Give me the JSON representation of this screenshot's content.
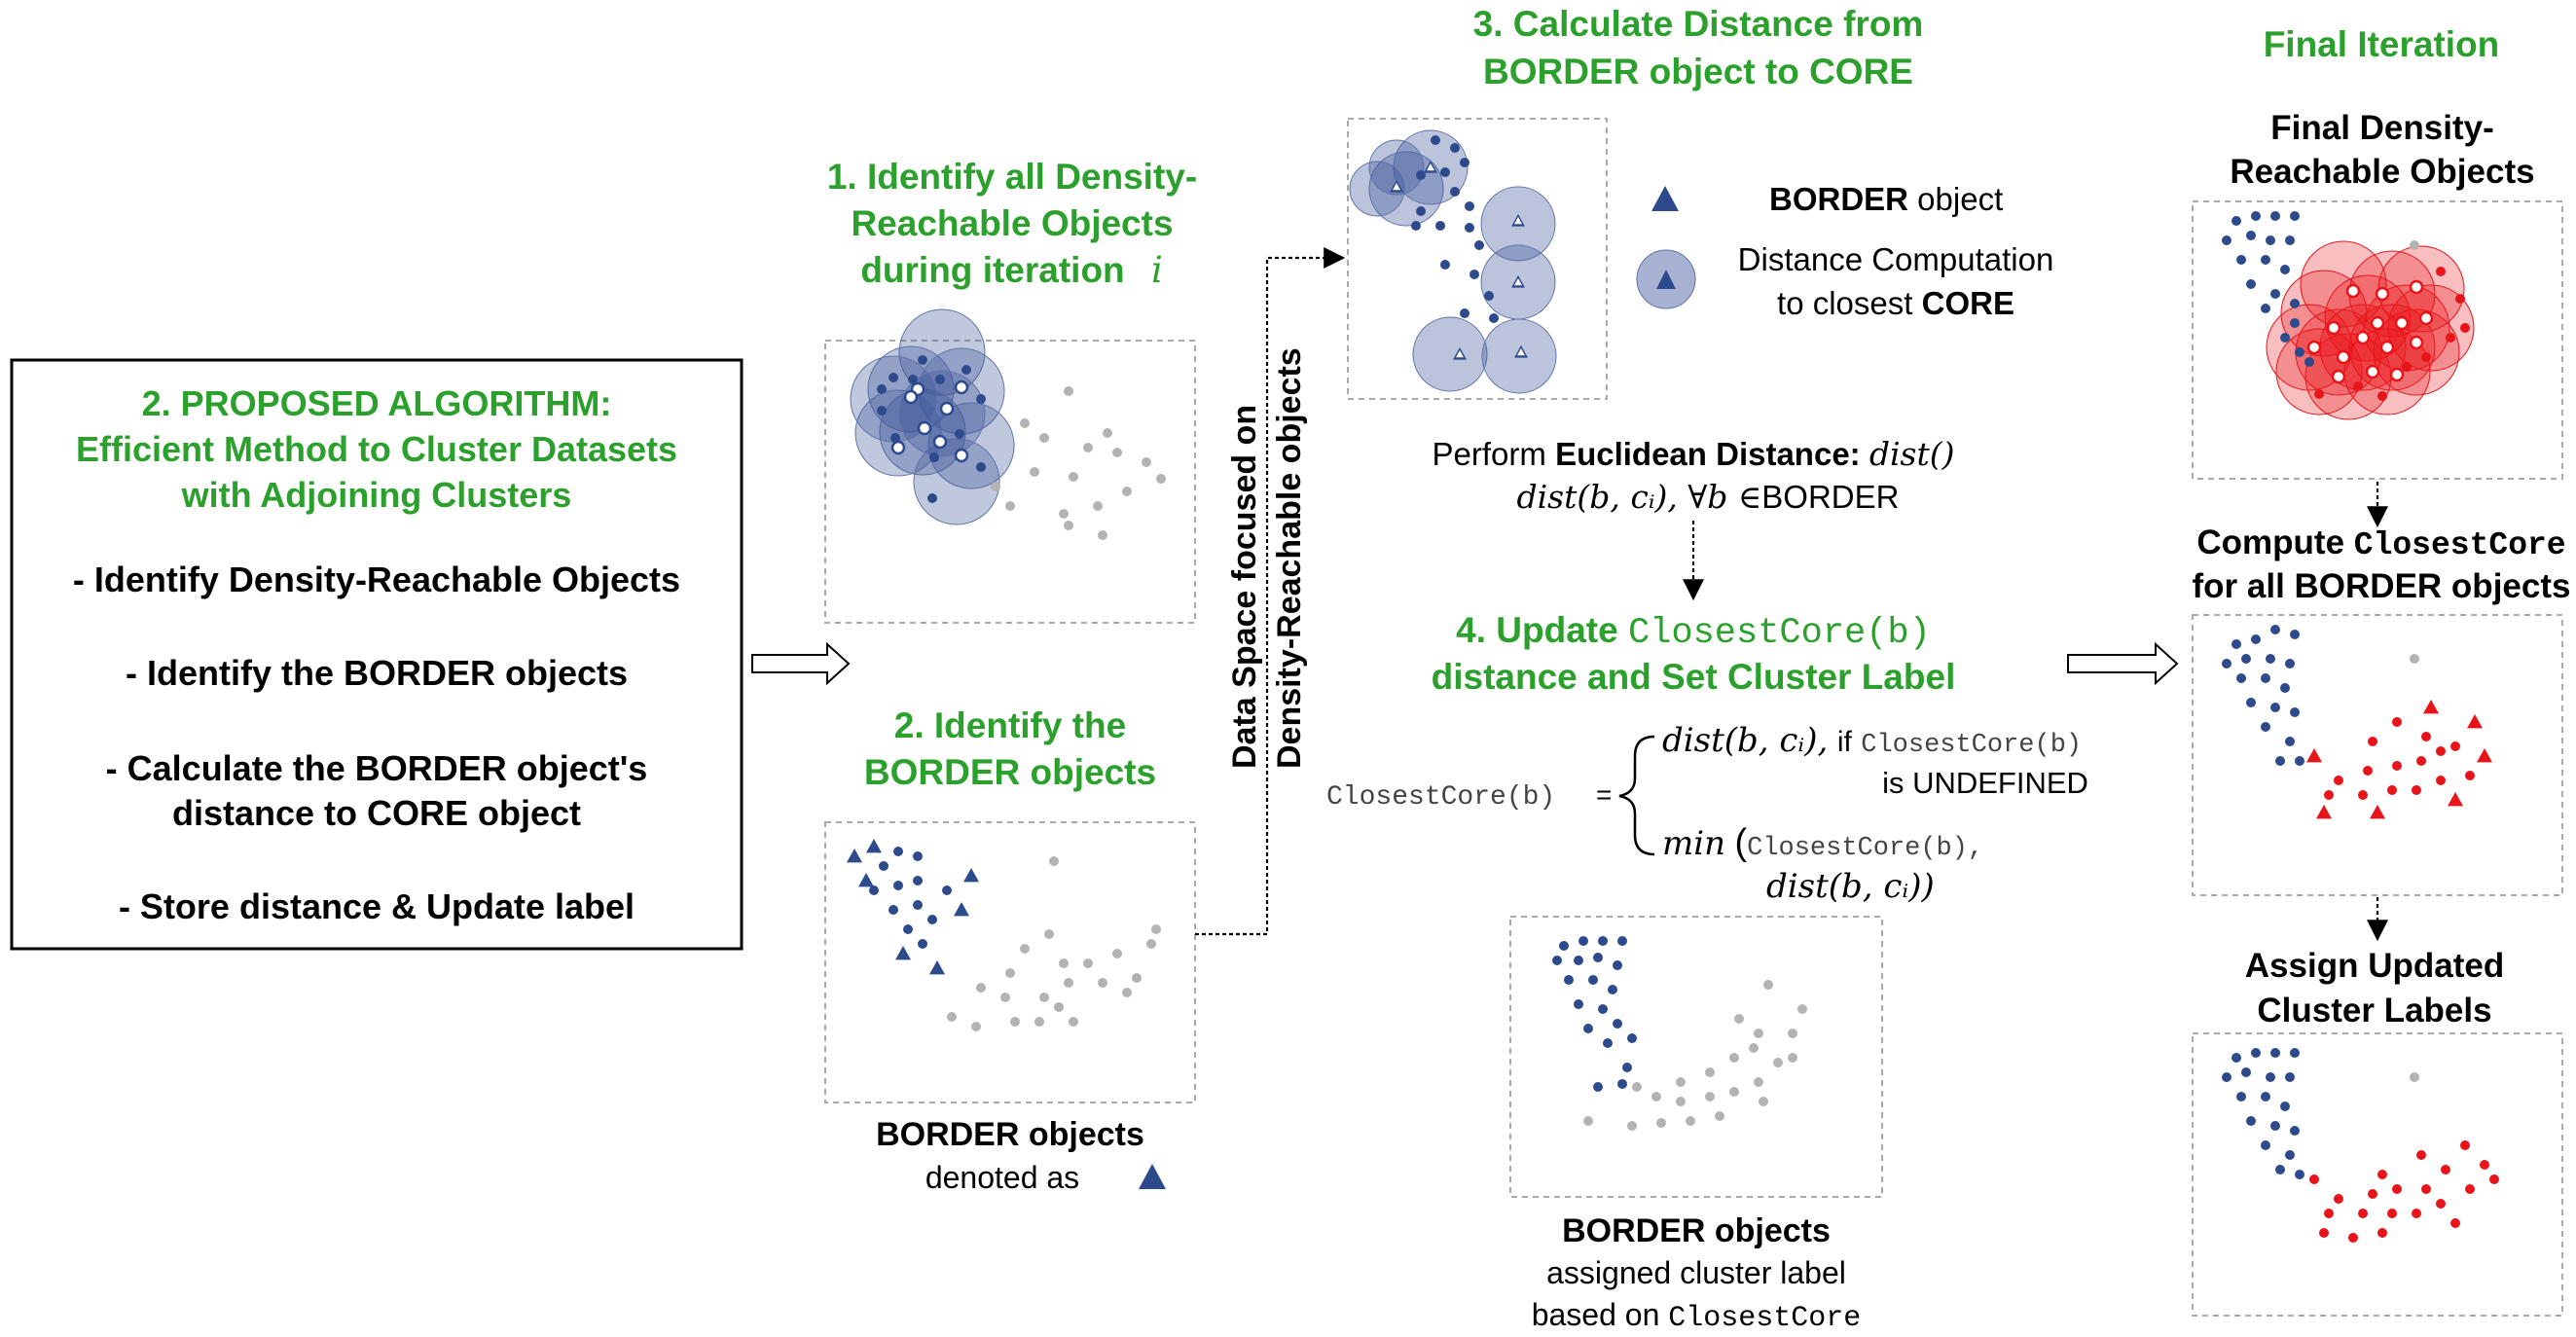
{
  "colors": {
    "green": "#2ca02c",
    "blue": "#2c4a8c",
    "blue_fill": "#3c5599",
    "gray": "#b3b3b3",
    "red": "#e8141a",
    "black": "#000000"
  },
  "algorithm_box": {
    "title_line1": "2. PROPOSED ALGORITHM:",
    "title_line2": "Efficient Method to Cluster Datasets",
    "title_line3": "with Adjoining Clusters",
    "step1": "- Identify Density-Reachable Objects",
    "step2": "- Identify the BORDER objects",
    "step3_line1": "- Calculate the BORDER object's",
    "step3_line2": "distance to CORE object",
    "step4": "- Store distance & Update label"
  },
  "step1": {
    "line1": "1. Identify all Density-",
    "line2": "Reachable Objects",
    "line3": "during iteration",
    "var": "i"
  },
  "step2": {
    "line1": "2. Identify the",
    "line2": "BORDER objects",
    "caption_bold": "BORDER objects",
    "caption_normal": "denoted as"
  },
  "vertical_label": {
    "line1": "Data Space focused on",
    "line2": "Density-Reachable objects"
  },
  "step3": {
    "line1": "3. Calculate Distance from",
    "line2": "BORDER object to CORE",
    "legend_border_bold": "BORDER",
    "legend_border_rest": " object",
    "legend_dist_line1": "Distance Computation",
    "legend_dist_line2": "to closest",
    "legend_dist_bold": "CORE",
    "perform_normal": "Perform",
    "perform_bold": "Euclidean Distance:",
    "perform_formula": "dist()",
    "formula_line": "dist(b, cᵢ), ∀b ∈",
    "formula_set": "BORDER"
  },
  "step4": {
    "line1_prefix": "4. Update",
    "line1_code": "ClosestCore(b)",
    "line2": "distance and Set Cluster Label",
    "eq_lhs": "ClosestCore(b)",
    "eq_equals": "=",
    "case1_formula": "dist(b, cᵢ),",
    "case1_if": "if",
    "case1_code": "ClosestCore(b)",
    "case1_cond": "is UNDEFINED",
    "case2_min": "min",
    "case2_code": "ClosestCore(b)",
    "case2_sep": ",",
    "case2_formula": "dist(b, cᵢ))",
    "caption_bold": "BORDER objects",
    "caption_line2": "assigned cluster label",
    "caption_line3": "based on",
    "caption_code": "ClosestCore"
  },
  "final": {
    "heading": "Final Iteration",
    "sub1_line1": "Final Density-",
    "sub1_line2": "Reachable Objects",
    "sub2_prefix": "Compute",
    "sub2_code": "ClosestCore",
    "sub2_line2": "for all BORDER objects",
    "sub3_line1": "Assign Updated",
    "sub3_line2": "Cluster Labels"
  }
}
